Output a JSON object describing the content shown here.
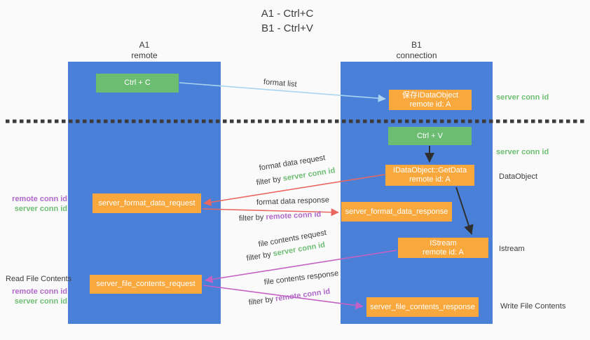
{
  "title": {
    "line1": "A1 - Ctrl+C",
    "line2": "B1 - Ctrl+V"
  },
  "lanes": {
    "left": {
      "name": "A1",
      "role": "remote"
    },
    "right": {
      "name": "B1",
      "role": "connection"
    }
  },
  "boxes": {
    "ctrl_c": {
      "label": "Ctrl + C"
    },
    "save_idataobject": {
      "line1": "保存IDataObject",
      "line2": "remote id: A"
    },
    "ctrl_v": {
      "label": "Ctrl + V"
    },
    "getdata": {
      "line1": "IDataObject::GetData",
      "line2": "remote id: A"
    },
    "format_request": {
      "label": "server_format_data_request"
    },
    "format_response": {
      "label": "server_format_data_response"
    },
    "istream": {
      "line1": "IStream",
      "line2": "remote id: A"
    },
    "file_request": {
      "label": "server_file_contents_request"
    },
    "file_response": {
      "label": "server_file_contents_response"
    }
  },
  "flow_labels": {
    "format_list": "format list",
    "format_data_request": "format data request",
    "format_data_response": "format data response",
    "file_contents_request": "file contents request",
    "file_contents_response": "file contents response",
    "filter_by_prefix": "filter by ",
    "server_conn_id": "server conn id",
    "remote_conn_id": "remote conn id"
  },
  "annotations": {
    "right_top_server_conn_id": "server conn id",
    "right_mid_server_conn_id": "server conn id",
    "dataobject": "DataObject",
    "istream": "Istream",
    "write_file_contents": "Write File Contents",
    "read_file_contents": "Read File Contents",
    "left_top_remote_conn_id": "remote conn id",
    "left_top_server_conn_id": "server conn id",
    "left_bottom_remote_conn_id": "remote conn id",
    "left_bottom_server_conn_id": "server conn id"
  },
  "colors": {
    "lane_blue": "#4a80d8",
    "box_green": "#6cbd72",
    "box_orange": "#f9a83d",
    "conn_id_green": "#6fbe74",
    "conn_id_purple": "#b069c9",
    "arrow_light_blue": "#aad4f0",
    "arrow_red": "#ea675f",
    "arrow_magenta": "#c561c2",
    "arrow_black": "#2f2f2f",
    "text_dark": "#3c3c3c"
  }
}
